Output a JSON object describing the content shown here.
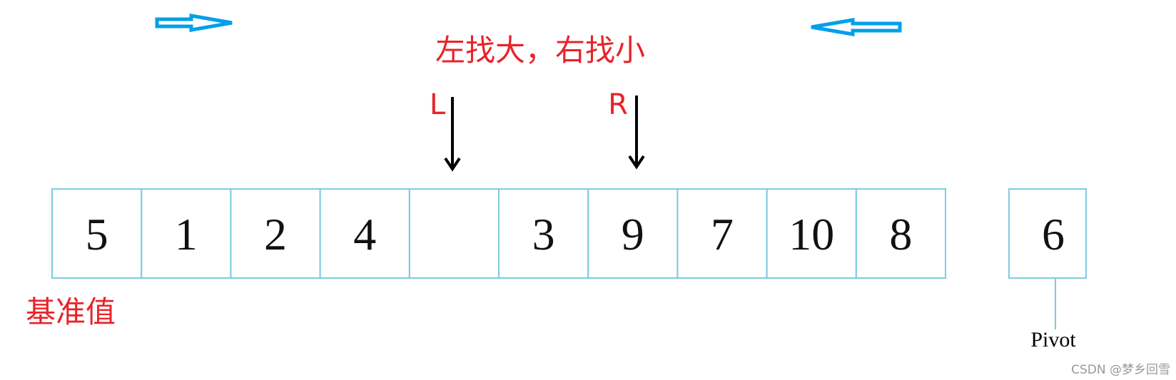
{
  "title": "左找大，右找小",
  "left_pointer": "L",
  "right_pointer": "R",
  "base_label": "基准值",
  "cells": [
    "5",
    "1",
    "2",
    "4",
    "",
    "3",
    "9",
    "7",
    "10",
    "8"
  ],
  "pivot": {
    "value": "6",
    "label": "Pivot"
  },
  "watermark": "CSDN @梦乡回雪",
  "colors": {
    "accent_red": "#e8232a",
    "arrow_blue": "#00a0e9",
    "cell_border": "#7ecbe0"
  }
}
